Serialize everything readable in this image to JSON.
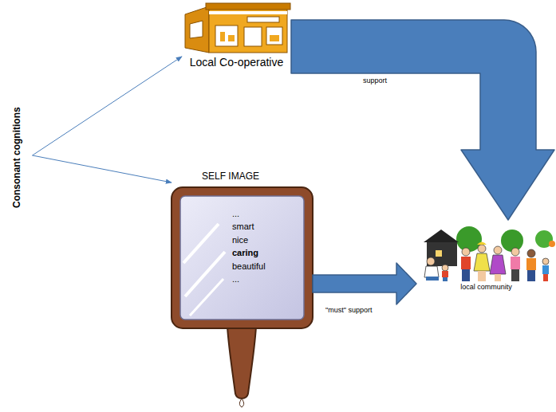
{
  "diagram": {
    "nodes": [
      {
        "text": [
          "Consonant cognitions"
        ]
      },
      {
        "text": [
          "Local Co-operative"
        ]
      },
      {
        "text": [
          "SELF IMAGE",
          "...",
          "smart",
          "nice",
          "caring",
          "beautiful",
          "..."
        ]
      },
      {
        "text": [
          "local community"
        ]
      }
    ],
    "edges": [
      {
        "from": 0,
        "to": 1,
        "arrow": "to"
      },
      {
        "from": 0,
        "to": 2,
        "arrow": "to"
      },
      {
        "from": 1,
        "to": 3,
        "label": "support",
        "arrow": "to"
      },
      {
        "from": 2,
        "to": 3,
        "label": "\"must\" support",
        "arrow": "to"
      }
    ]
  }
}
